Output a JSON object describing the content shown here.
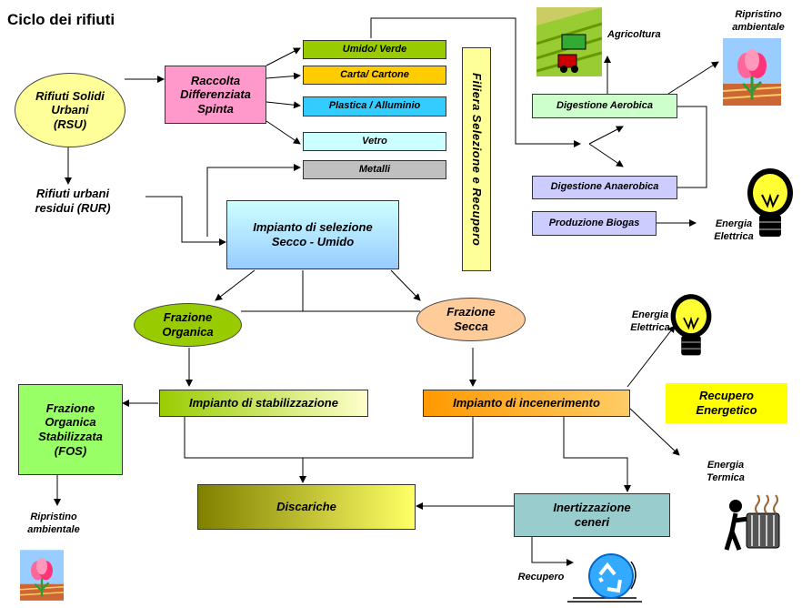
{
  "title": "Ciclo dei rifiuti",
  "nodes": {
    "rsu": "Rifiuti Solidi\nUrbani\n(RSU)",
    "rur": "Rifiuti urbani\nresidui (RUR)",
    "raccolta": "Raccolta\nDifferenziata\nSpinta",
    "filiera": "Filiera Selezione e Recupero",
    "selezione": "Impianto di selezione\nSecco - Umido",
    "aerobica": "Digestione Aerobica",
    "anaerobica": "Digestione Anaerobica",
    "biogas": "Produzione Biogas",
    "frazione_organica": "Frazione\nOrganica",
    "frazione_secca": "Frazione\nSecca",
    "stabilizzazione": "Impianto di stabilizzazione",
    "incenerimento": "Impianto di incenerimento",
    "fos": "Frazione\nOrganica\nStabilizzata\n(FOS)",
    "recupero_energetico": "Recupero\nEnergetico",
    "discariche": "Discariche",
    "inertizzazione": "Inertizzazione\nceneri"
  },
  "streams": {
    "umido": "Umido/ Verde",
    "carta": "Carta/ Cartone",
    "plastica": "Plastica / Alluminio",
    "vetro": "Vetro",
    "metalli": "Metalli"
  },
  "labels": {
    "agricoltura": "Agricoltura",
    "ripristino": "Ripristino\nambientale",
    "energia_elettrica": "Energia\nElettrica",
    "energia_termica": "Energia\nTermica",
    "recupero": "Recupero"
  },
  "colors": {
    "rsu": "#ffff99",
    "raccolta": "#ff99cc",
    "umido": "#99cc00",
    "carta": "#ffcc00",
    "plastica": "#33ccff",
    "vetro": "#ccffff",
    "metalli": "#c0c0c0",
    "fos": "#99ff66",
    "recupero_energetico": "#ffff00",
    "inertizzazione": "#99cccc"
  },
  "icons": [
    "agriculture-icon",
    "flower-icon",
    "lightbulb-icon",
    "radiator-icon",
    "recycle-icon"
  ]
}
